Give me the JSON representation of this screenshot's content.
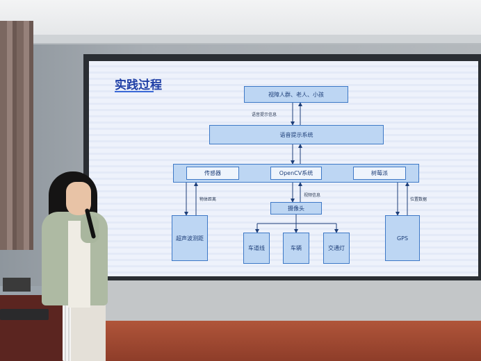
{
  "slide": {
    "title": "实践过程",
    "users": "视障人群、老人、小孩",
    "voice_hint_info": "语音提示信息",
    "voice_system": "语音提示系统",
    "sensor": "传感器",
    "opencv": "OpenCV系统",
    "raspberry": "树莓派",
    "object_distance": "物体距离",
    "video_info": "视频信息",
    "location_data": "位置数据",
    "camera": "摄像头",
    "ultrasonic": "超声波测距",
    "lane": "车道线",
    "vehicle": "车辆",
    "traffic_light": "交通灯",
    "gps": "GPS"
  }
}
